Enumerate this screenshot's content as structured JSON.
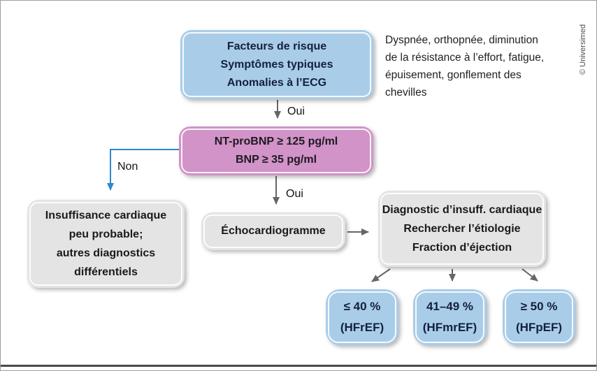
{
  "credit": "© Universimed",
  "note": {
    "lines": [
      "Dyspnée, orthopnée, diminution",
      "de la résistance à l’effort, fatigue,",
      "épuisement, gonflement des",
      "chevilles"
    ]
  },
  "labels": {
    "oui_top": "Oui",
    "oui_mid": "Oui",
    "non": "Non"
  },
  "nodes": {
    "risk_factors": {
      "lines": [
        "Facteurs de risque",
        "Symptômes typiques",
        "Anomalies à l’ECG"
      ]
    },
    "bnp_threshold": {
      "lines": [
        "NT-proBNP ≥ 125 pg/ml",
        "BNP ≥ 35 pg/ml"
      ]
    },
    "hf_unlikely": {
      "lines": [
        "Insuffisance cardiaque",
        "peu probable;",
        "autres diagnostics",
        "différentiels"
      ]
    },
    "echocardiogram": {
      "label": "Échocardiogramme"
    },
    "hf_diagnosis": {
      "lines": [
        "Diagnostic d’insuff. cardiaque",
        "Rechercher l’étiologie",
        "Fraction d’éjection"
      ]
    },
    "hfref": {
      "lines": [
        "≤ 40 %",
        "(HFrEF)"
      ]
    },
    "hfmref": {
      "lines": [
        "41–49 %",
        "(HFmrEF)"
      ]
    },
    "hfpef": {
      "lines": [
        "≥ 50 %",
        "(HFpEF)"
      ]
    }
  },
  "colors": {
    "node_blue": "#a9cde9",
    "node_pink": "#d293c8",
    "node_gray": "#e4e4e4",
    "arrow_gray": "#666666",
    "arrow_blue": "#2f88cc",
    "text_navy": "#13203c"
  }
}
